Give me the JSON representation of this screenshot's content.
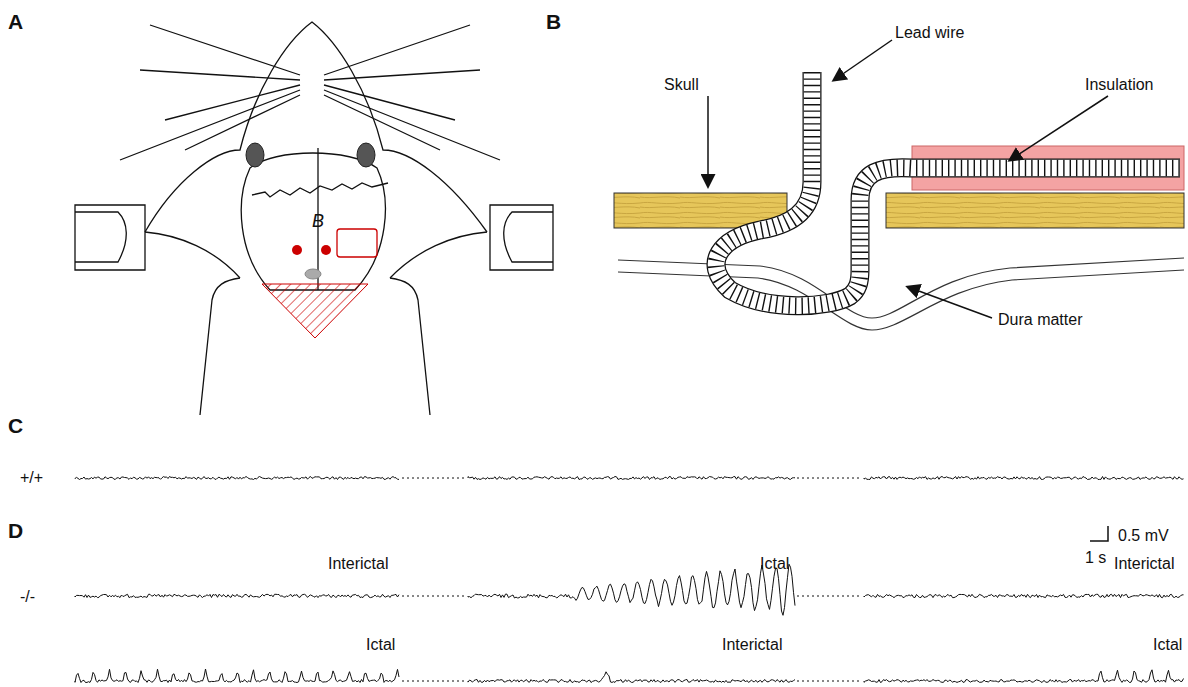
{
  "diagram": {
    "labels": [
      "A",
      "B",
      "B",
      "Lead wire",
      "Skull",
      "Insulation",
      "Dura matter",
      "C",
      "+/+",
      "0.5 mV",
      "1 s",
      "D",
      "Interictal",
      "Ictal",
      "Interictal",
      "-/-",
      "Ictal",
      "Interictal",
      "Ictal"
    ]
  }
}
